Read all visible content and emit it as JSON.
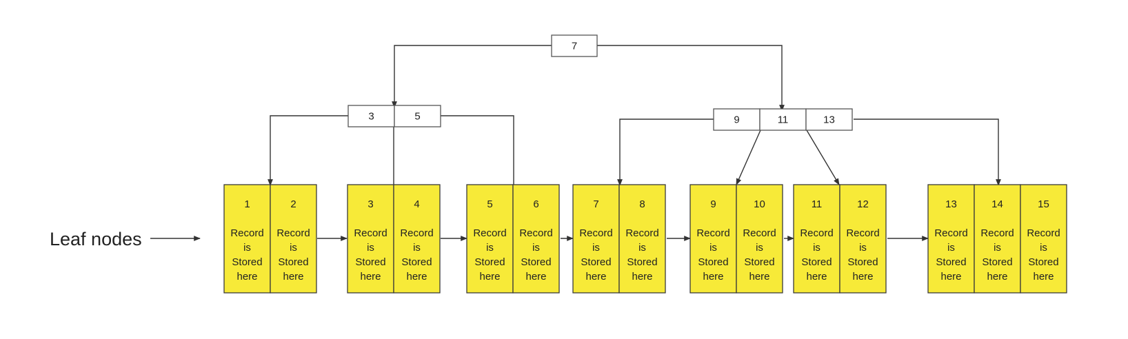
{
  "leaf_label": "Leaf nodes",
  "root": {
    "keys": [
      "7"
    ]
  },
  "internal": [
    {
      "keys": [
        "3",
        "5"
      ]
    },
    {
      "keys": [
        "9",
        "11",
        "13"
      ]
    }
  ],
  "leaf_groups": [
    [
      "1",
      "2"
    ],
    [
      "3",
      "4"
    ],
    [
      "5",
      "6"
    ],
    [
      "7",
      "8"
    ],
    [
      "9",
      "10"
    ],
    [
      "11",
      "12"
    ],
    [
      "13",
      "14",
      "15"
    ]
  ],
  "leaf_record_lines": [
    "Record",
    "is",
    "Stored",
    "here"
  ],
  "colors": {
    "leaf_fill": "#f7ea38",
    "line": "#333333"
  }
}
